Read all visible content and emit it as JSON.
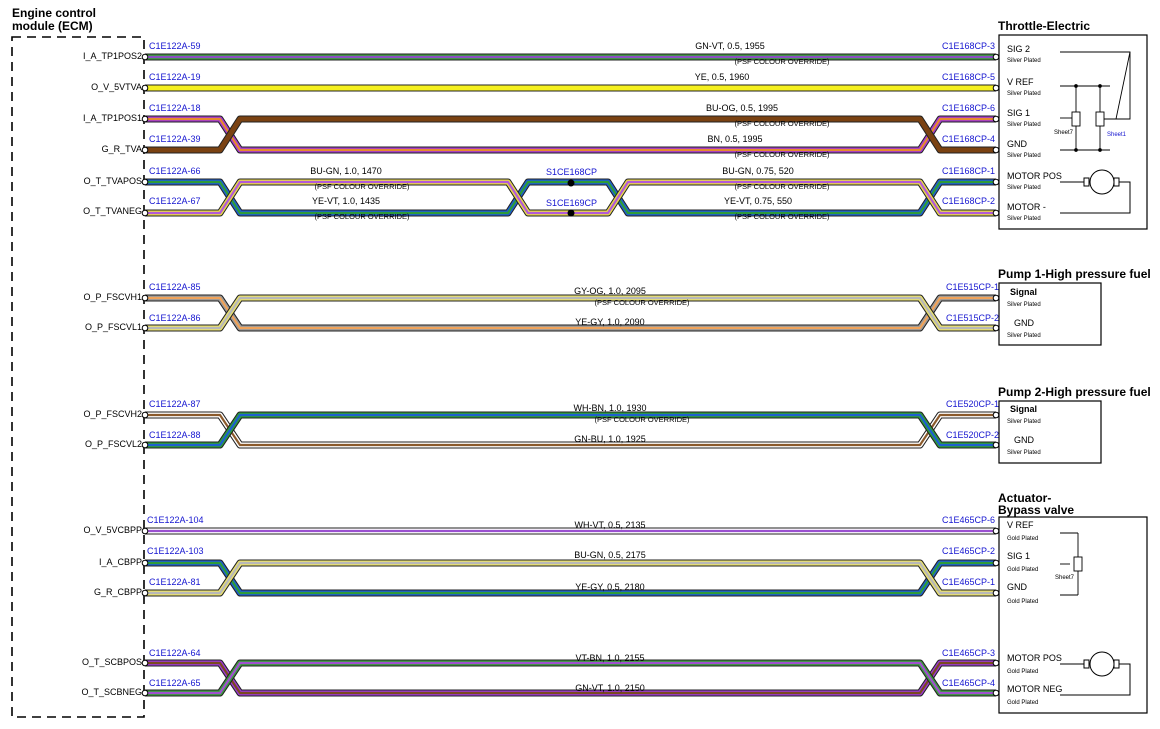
{
  "module": {
    "title_line1": "Engine control",
    "title_line2": "module (ECM)"
  },
  "pins": [
    "I_A_TP1POS2",
    "O_V_5VTVA",
    "I_A_TP1POS1",
    "G_R_TVA",
    "O_T_TVAPOS",
    "O_T_TVANEG",
    "O_P_FSCVH1",
    "O_P_FSCVL1",
    "O_P_FSCVH2",
    "O_P_FSCVL2",
    "O_V_5VCBPP",
    "I_A_CBPP",
    "G_R_CBPP",
    "O_T_SCBPOS",
    "O_T_SCBNEG"
  ],
  "wires": [
    {
      "left": "C1E122A-59",
      "right": "C1E168CP-3",
      "spec": "GN-VT,  0.5,  1955",
      "override": "(PSF COLOUR OVERRIDE)",
      "colors": [
        "#3d9b3d",
        "#8c4fc4"
      ]
    },
    {
      "left": "C1E122A-19",
      "right": "C1E168CP-5",
      "spec": "YE,  0.5,  1960",
      "override": "",
      "colors": [
        "#f5f01e",
        "#f5f01e"
      ]
    },
    {
      "left": "C1E122A-18",
      "right": "C1E168CP-6",
      "spec": "BU-OG,  0.5,  1995",
      "override": "(PSF COLOUR OVERRIDE)",
      "colors": [
        "#a33ad0",
        "#e58a2e"
      ]
    },
    {
      "left": "C1E122A-39",
      "right": "C1E168CP-4",
      "spec": "BN,  0.5,  1995",
      "override": "(PSF COLOUR OVERRIDE)",
      "colors": [
        "#7a4212",
        "#7a4212"
      ]
    },
    {
      "left": "C1E122A-66",
      "right": "C1E168CP-1",
      "spec": "BU-GN,  1.0,  1470",
      "spec2": "BU-GN,  0.75,  520",
      "override": "(PSF COLOUR OVERRIDE)",
      "colors": [
        "#1e5fd0",
        "#2e9b3a"
      ]
    },
    {
      "left": "C1E122A-67",
      "right": "C1E168CP-2",
      "spec": "YE-VT,  1.0,  1435",
      "spec2": "YE-VT,  0.75,  550",
      "override": "(PSF COLOUR OVERRIDE)",
      "colors": [
        "#e8d84a",
        "#b35ad8"
      ]
    },
    {
      "left": "C1E122A-85",
      "right": "C1E515CP-1",
      "spec": "GY-OG,  1.0,  2095",
      "override": "(PSF COLOUR OVERRIDE)",
      "colors": [
        "#9a9a9a",
        "#f0a35a"
      ]
    },
    {
      "left": "C1E122A-86",
      "right": "C1E515CP-2",
      "spec": "YE-GY,  1.0,  2090",
      "override": "",
      "colors": [
        "#e8e070",
        "#b8b8b8"
      ]
    },
    {
      "left": "C1E122A-87",
      "right": "C1E520CP-1",
      "spec": "WH-BN,  1.0,  1930",
      "override": "(PSF COLOUR OVERRIDE)",
      "colors": [
        "#ffffff",
        "#8b5a2b"
      ]
    },
    {
      "left": "C1E122A-88",
      "right": "C1E520CP-2",
      "spec": "GN-BU,  1.0,  1925",
      "override": "",
      "colors": [
        "#2e9b3a",
        "#1e5fd0"
      ]
    },
    {
      "left": "C1E122A-104",
      "right": "C1E465CP-6",
      "spec": "WH-VT,  0.5,  2135",
      "override": "",
      "colors": [
        "#ffffff",
        "#9a50d0"
      ]
    },
    {
      "left": "C1E122A-103",
      "right": "C1E465CP-2",
      "spec": "BU-GN,  0.5,  2175",
      "override": "",
      "colors": [
        "#1e5fd0",
        "#2e9b3a"
      ]
    },
    {
      "left": "C1E122A-81",
      "right": "C1E465CP-1",
      "spec": "YE-GY,  0.5,  2180",
      "override": "",
      "colors": [
        "#e8e070",
        "#b8b8b8"
      ]
    },
    {
      "left": "C1E122A-64",
      "right": "C1E465CP-3",
      "spec": "VT-BN,  1.0,  2155",
      "override": "",
      "colors": [
        "#9a3ad0",
        "#7a4a20"
      ]
    },
    {
      "left": "C1E122A-65",
      "right": "C1E465CP-4",
      "spec": "GN-VT,  1.0,  2150",
      "override": "",
      "colors": [
        "#3d9b3d",
        "#a050d0"
      ]
    }
  ],
  "splices": [
    "S1CE168CP",
    "S1CE169CP"
  ],
  "components": [
    {
      "title": [
        "Throttle-Electric"
      ],
      "pins": [
        "SIG 2",
        "V REF",
        "SIG 1",
        "GND",
        "MOTOR POS",
        "MOTOR -"
      ],
      "plating": "Silver Plated",
      "sheets": [
        "Sheet7",
        "Sheet1"
      ]
    },
    {
      "title": [
        "Pump 1-High pressure fuel"
      ],
      "pins": [
        "Signal",
        "GND"
      ],
      "plating": "Silver Plated",
      "sheets": []
    },
    {
      "title": [
        "Pump 2-High pressure fuel"
      ],
      "pins": [
        "Signal",
        "GND"
      ],
      "plating": "Silver Plated",
      "sheets": []
    },
    {
      "title": [
        "Actuator-",
        "Bypass valve"
      ],
      "pins": [
        "V REF",
        "SIG 1",
        "GND",
        "MOTOR POS",
        "MOTOR NEG"
      ],
      "plating": "Gold Plated",
      "sheets": [
        "Sheet7"
      ]
    }
  ]
}
